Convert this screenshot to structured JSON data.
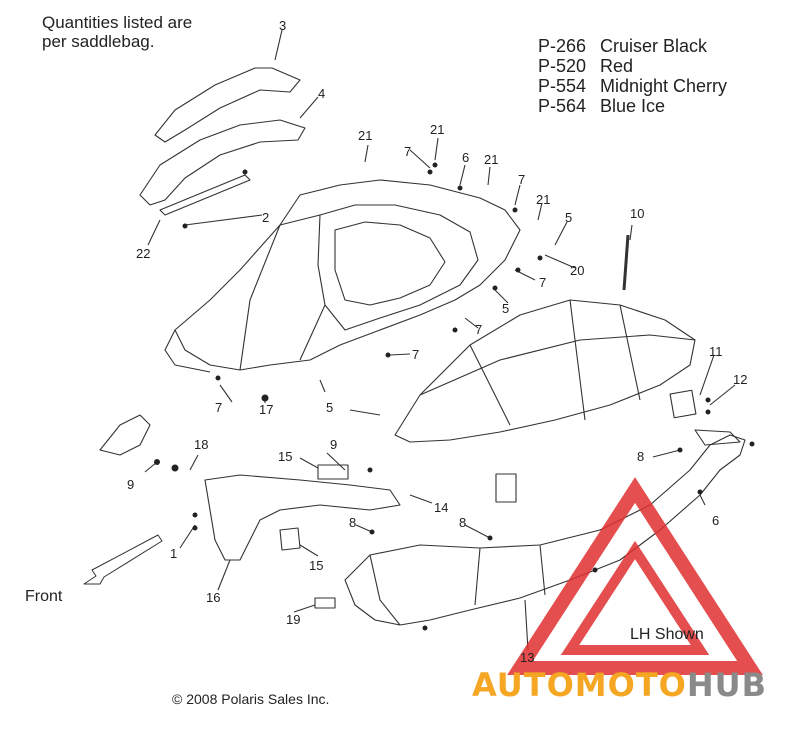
{
  "note": {
    "line1": "Quantities listed are",
    "line2": "per saddlebag."
  },
  "colors": [
    {
      "code": "P-266",
      "name": "Cruiser Black"
    },
    {
      "code": "P-520",
      "name": "Red"
    },
    {
      "code": "P-554",
      "name": "Midnight Cherry"
    },
    {
      "code": "P-564",
      "name": "Blue Ice"
    }
  ],
  "callouts": {
    "c3": "3",
    "c4": "4",
    "c2": "2",
    "c22": "22",
    "c21a": "21",
    "c21b": "21",
    "c21c": "21",
    "c21d": "21",
    "c7a": "7",
    "c6a": "6",
    "c7b": "7",
    "c5a": "5",
    "c10": "10",
    "c20": "20",
    "c7c": "7",
    "c5b": "5",
    "c7d": "7",
    "c7e": "7",
    "c7f": "7",
    "c17": "17",
    "c5c": "5",
    "c11": "11",
    "c12": "12",
    "c18": "18",
    "c9a": "9",
    "c9b": "9",
    "c15a": "15",
    "c8a": "8",
    "c14": "14",
    "c8b": "8",
    "c8c": "8",
    "c6b": "6",
    "c1": "1",
    "c15b": "15",
    "c16": "16",
    "c19": "19",
    "c13": "13"
  },
  "front_label": "Front",
  "lh_shown": "LH Shown",
  "copyright": "© 2008 Polaris Sales Inc.",
  "watermark": {
    "part1": "AUTOMOTO",
    "part2": "HUB",
    "color1": "#f5a623",
    "color2": "#8a8a8a",
    "logo_color": "#e03030"
  }
}
